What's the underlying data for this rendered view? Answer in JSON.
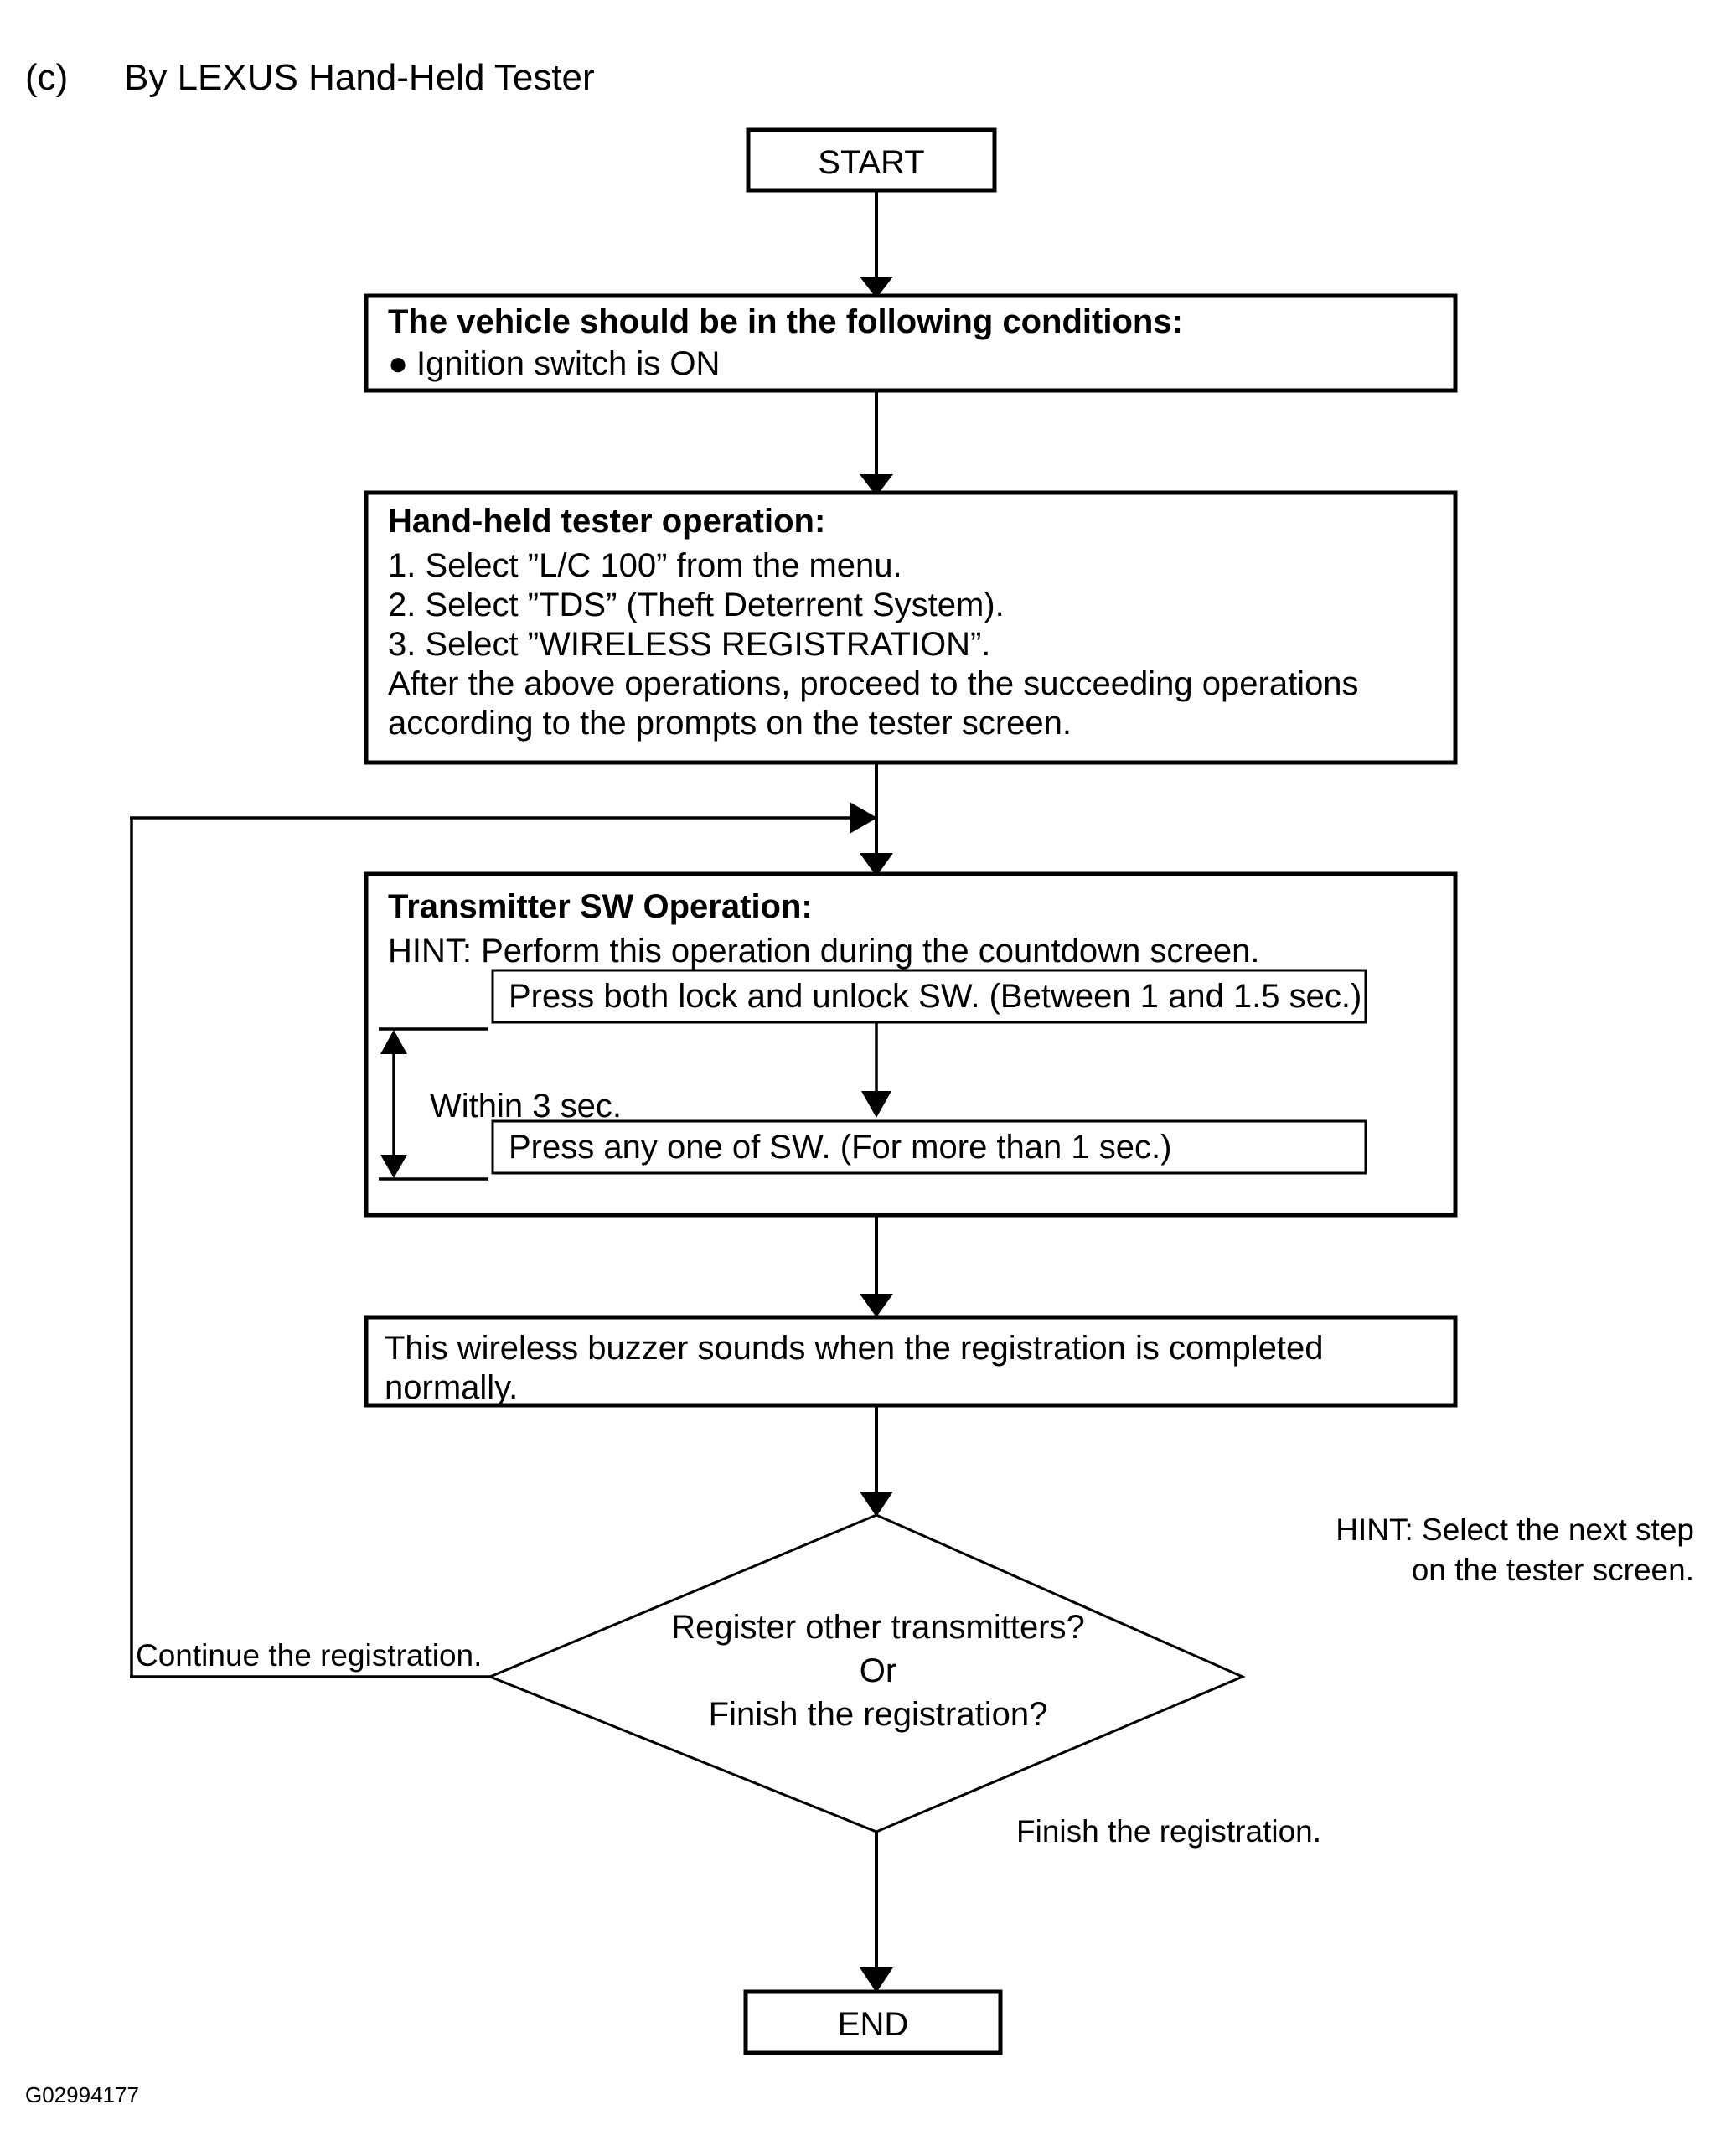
{
  "header": {
    "marker": "(c)",
    "title": "By LEXUS Hand-Held Tester"
  },
  "flow": {
    "start_node": "START",
    "end_node": "END",
    "conditions_box": {
      "heading": "The vehicle should be in the following conditions:",
      "bullet_glyph": "●",
      "bullet_items": [
        "Ignition switch is ON"
      ]
    },
    "tester_box": {
      "heading": "Hand-held  tester operation:",
      "lines": [
        "1. Select ”L/C 100” from the menu.",
        "2. Select ”TDS” (Theft Deterrent System).",
        "3. Select ”WIRELESS REGISTRATION”.",
        "After the above operations, proceed to the succeeding operations",
        "according to the prompts on the tester screen."
      ]
    },
    "transmitter_box": {
      "heading": "Transmitter SW Operation:",
      "hint": "HINT: Perform this operation during the countdown screen.",
      "timing_label": "Within 3 sec.",
      "step_1": "Press both lock and unlock SW. (Between 1 and 1.5 sec.)",
      "step_2": "Press any one of SW. (For more than 1 sec.)"
    },
    "buzzer_box": {
      "line_1": "This wireless buzzer sounds when the registration is completed",
      "line_2": "normally."
    },
    "decision": {
      "line_1": "Register other transmitters?",
      "line_2": "Or",
      "line_3": "Finish the registration?"
    },
    "branch_labels": {
      "loop_back": "Continue the registration.",
      "exit": "Finish the registration."
    },
    "side_hint": {
      "line_1": "HINT: Select the next step",
      "line_2": "on the tester screen."
    }
  },
  "footer": {
    "figure_code": "G02994177"
  }
}
